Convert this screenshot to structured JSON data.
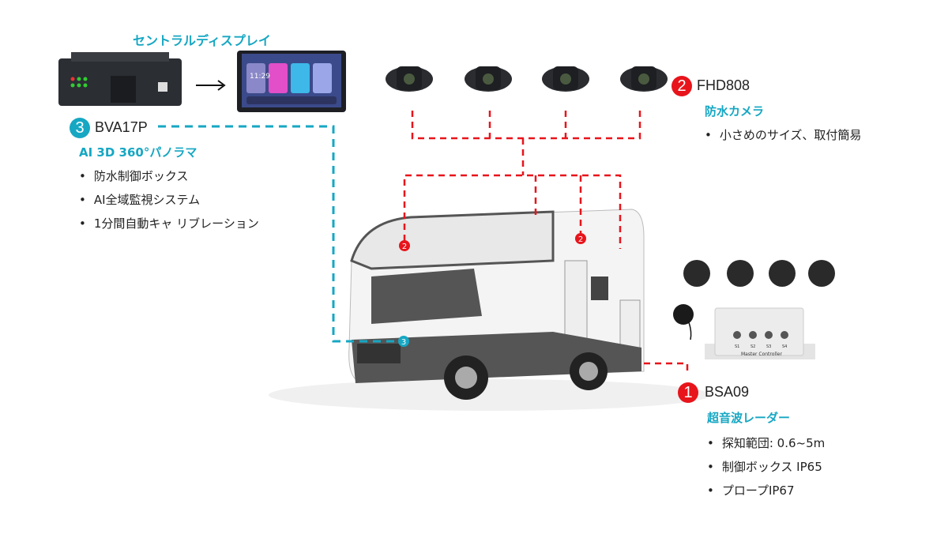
{
  "display": {
    "title": "セントラルディスプレイ",
    "clock": "11:29"
  },
  "bva": {
    "badge": "3",
    "model": "BVA17P",
    "subtitle": "AI 3D 360°パノラマ",
    "bullets": [
      "防水制御ボックス",
      "AI全域監視システム",
      "1分間自動キャ リブレーション"
    ]
  },
  "fhd": {
    "badge": "2",
    "model": "FHD808",
    "subtitle": "防水カメラ",
    "bullets": [
      "小さめのサイズ、取付簡易"
    ]
  },
  "bsa": {
    "badge": "1",
    "model": "BSA09",
    "subtitle": "超音波レーダー",
    "bullets": [
      "探知範団: 0.6~5m",
      "制御ボックス IP65",
      "プロープIP67"
    ],
    "controller_label": "Master Controller",
    "ports": [
      "S1",
      "S2",
      "S3",
      "S4"
    ]
  },
  "van_markers": [
    "2",
    "2",
    "3"
  ],
  "colors": {
    "cyan": "#16a7c3",
    "red": "#e8141b"
  }
}
